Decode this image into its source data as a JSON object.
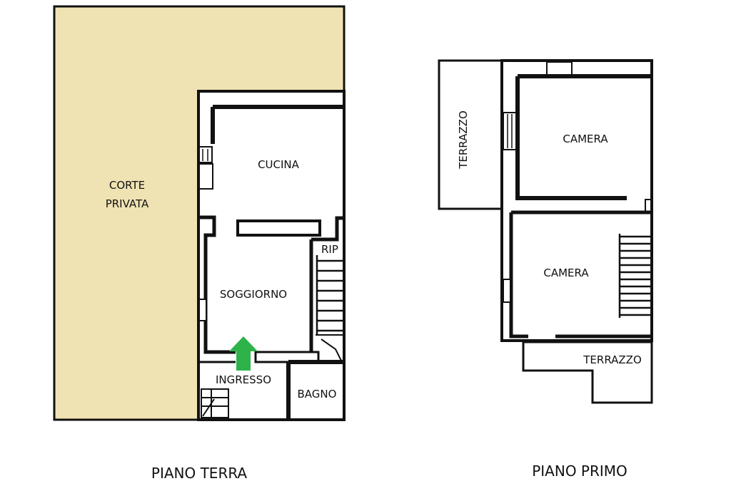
{
  "colors": {
    "courtyard": "#F0E3B3",
    "wall": "#111111",
    "entry_arrow": "#2DB34A"
  },
  "ground_floor": {
    "caption": "PIANO TERRA",
    "courtyard_line1": "CORTE",
    "courtyard_line2": "PRIVATA",
    "kitchen": "CUCINA",
    "storage": "RIP",
    "living": "SOGGIORNO",
    "entrance": "INGRESSO",
    "bathroom": "BAGNO"
  },
  "first_floor": {
    "caption": "PIANO PRIMO",
    "terrace_side": "TERRAZZO",
    "bedroom_top": "CAMERA",
    "bedroom_bottom": "CAMERA",
    "terrace_bottom": "TERRAZZO"
  }
}
